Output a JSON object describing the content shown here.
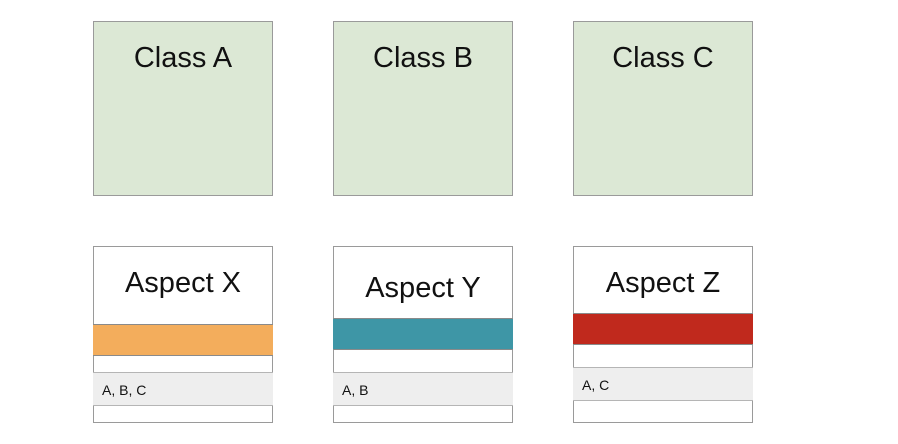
{
  "classes": [
    {
      "label": "Class A"
    },
    {
      "label": "Class B"
    },
    {
      "label": "Class C"
    }
  ],
  "aspects": [
    {
      "label": "Aspect X",
      "targets": "A, B, C",
      "color": "#f3ad5c"
    },
    {
      "label": "Aspect Y",
      "targets": "A, B",
      "color": "#3e96a6"
    },
    {
      "label": "Aspect Z",
      "targets": "A, C",
      "color": "#c0291d"
    }
  ],
  "colors": {
    "class_fill": "#dce8d5",
    "list_fill": "#eeeeee"
  }
}
